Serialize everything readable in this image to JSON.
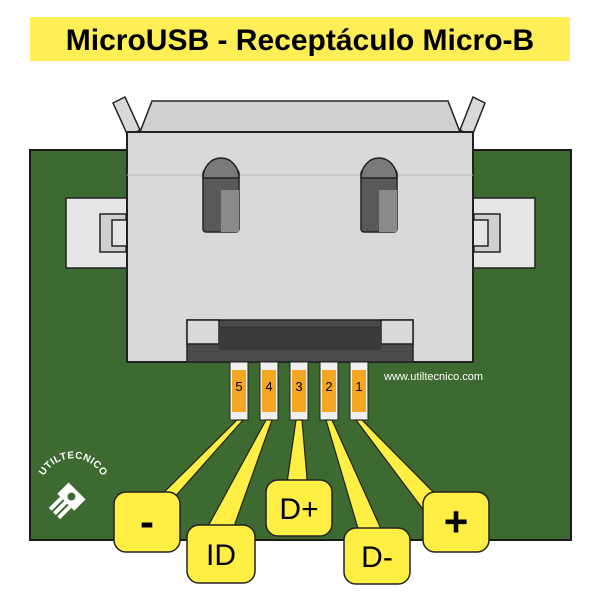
{
  "title": "MicroUSB - Receptáculo Micro-B",
  "website": "www.utiltecnico.com",
  "logo_text": "UTILTECNICO",
  "pins": [
    {
      "number": "5",
      "signal": "-"
    },
    {
      "number": "4",
      "signal": "ID"
    },
    {
      "number": "3",
      "signal": "D+"
    },
    {
      "number": "2",
      "signal": "D-"
    },
    {
      "number": "1",
      "signal": "+"
    }
  ],
  "colors": {
    "title_bg": "#ffee55",
    "pcb": "#3c6a30",
    "connector_body": "#d9d9d9",
    "connector_dark": "#4a4a4a",
    "pin_contact": "#f5a623",
    "label_bubble": "#ffee44"
  }
}
